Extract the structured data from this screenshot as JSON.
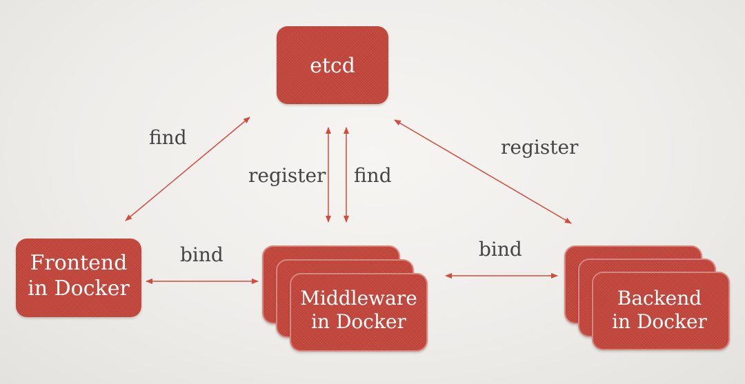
{
  "colors": {
    "box_fill": "#c4473c",
    "arrow": "#d44a3c",
    "label_text": "#444444",
    "box_text": "#ffffff"
  },
  "nodes": {
    "etcd": {
      "label": "etcd"
    },
    "frontend": {
      "line1": "Frontend",
      "line2": "in Docker"
    },
    "middleware": {
      "line1": "Middleware",
      "line2": "in Docker"
    },
    "backend": {
      "line1": "Backend",
      "line2": "in Docker"
    }
  },
  "edges": {
    "frontend_etcd": "find",
    "middleware_register": "register",
    "middleware_find": "find",
    "backend_etcd": "register",
    "frontend_middleware": "bind",
    "middleware_backend": "bind"
  }
}
